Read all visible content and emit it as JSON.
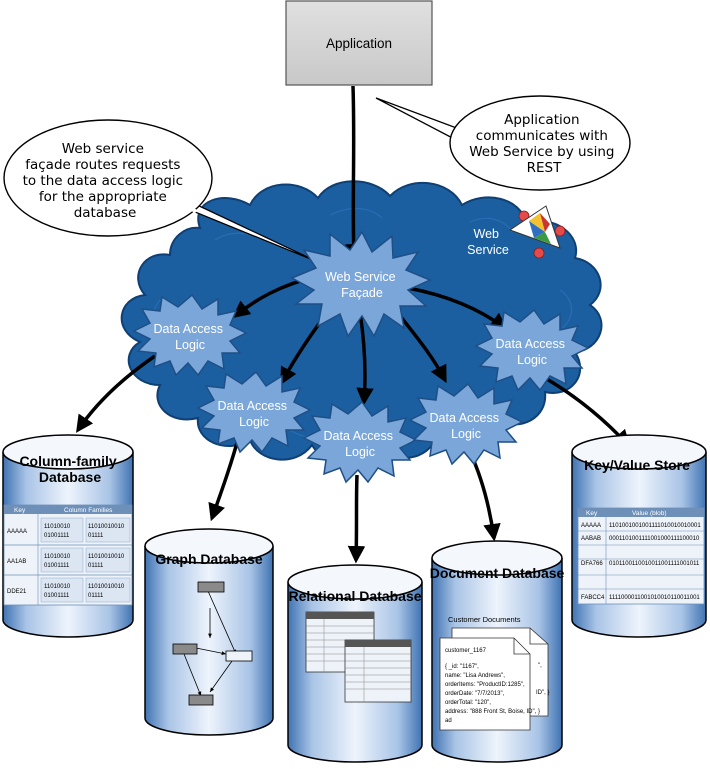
{
  "application": {
    "label": "Application"
  },
  "callouts": {
    "rest": [
      "Application",
      "communicates with",
      "Web Service by using",
      "REST"
    ],
    "facade": [
      "Web service",
      "façade routes requests",
      "to the data access logic",
      "for the appropriate",
      "database"
    ]
  },
  "web_service": {
    "label": [
      "Web",
      "Service"
    ]
  },
  "facade": {
    "label": [
      "Web Service",
      "Façade"
    ]
  },
  "data_access": {
    "label": [
      "Data Access",
      "Logic"
    ]
  },
  "column_family_db": {
    "title": [
      "Column-family",
      "Database"
    ],
    "headers": [
      "Key",
      "Column Families"
    ],
    "rows": [
      {
        "key": "AAAAA",
        "c1": [
          "11010010",
          "01001111"
        ],
        "c2": [
          "11010010010",
          "01111"
        ]
      },
      {
        "key": "AA1AB",
        "c1": [
          "11010010",
          "01001111"
        ],
        "c2": [
          "11010010010",
          "01111"
        ]
      },
      {
        "key": "DDE21",
        "c1": [
          "11010010",
          "01001111"
        ],
        "c2": [
          "11010010010",
          "01111"
        ]
      }
    ]
  },
  "graph_db": {
    "title": "Graph Database"
  },
  "relational_db": {
    "title": "Relational Database"
  },
  "document_db": {
    "title": "Document Database",
    "caption": "Customer Documents",
    "doc_lines": [
      "customer_1167",
      "{ _id: \"1167\",",
      "name: \"Lisa Andrews\",",
      "orderItems: \"ProductID:1285\",",
      "orderDate: \"7/7/2013\",",
      "orderTotal: \"120\",",
      "address: \"888 Front St, Boise, ID\", }",
      "ad"
    ],
    "back_fragments": [
      "\",",
      "ID\", }"
    ]
  },
  "key_value_store": {
    "title": "Key/Value Store",
    "headers": [
      "Key",
      "Value (blob)"
    ],
    "rows": [
      {
        "key": "AAAAA",
        "value": "1101001001001111010010010001"
      },
      {
        "key": "AABAB",
        "value": "0001101001111001000111100010"
      },
      {
        "key": "",
        "value": ""
      },
      {
        "key": "DFA766",
        "value": "0101100110010011001111001011"
      },
      {
        "key": "",
        "value": ""
      },
      {
        "key": "FABCC4",
        "value": "1111000011001010010110011001"
      }
    ]
  },
  "colors": {
    "cloud": "#1b5fa0",
    "cloud_outline": "#0f3f73",
    "star": "#7aa6d9",
    "star_outline": "#1f4f86",
    "cylinder_light": "#e4eefa",
    "cylinder_dark": "#5d8dc5",
    "app_box": "#d4d4d4",
    "table_header": "#6d8fb8",
    "table_row": "#dce6f3"
  },
  "icons": [
    "web-service-icon"
  ]
}
